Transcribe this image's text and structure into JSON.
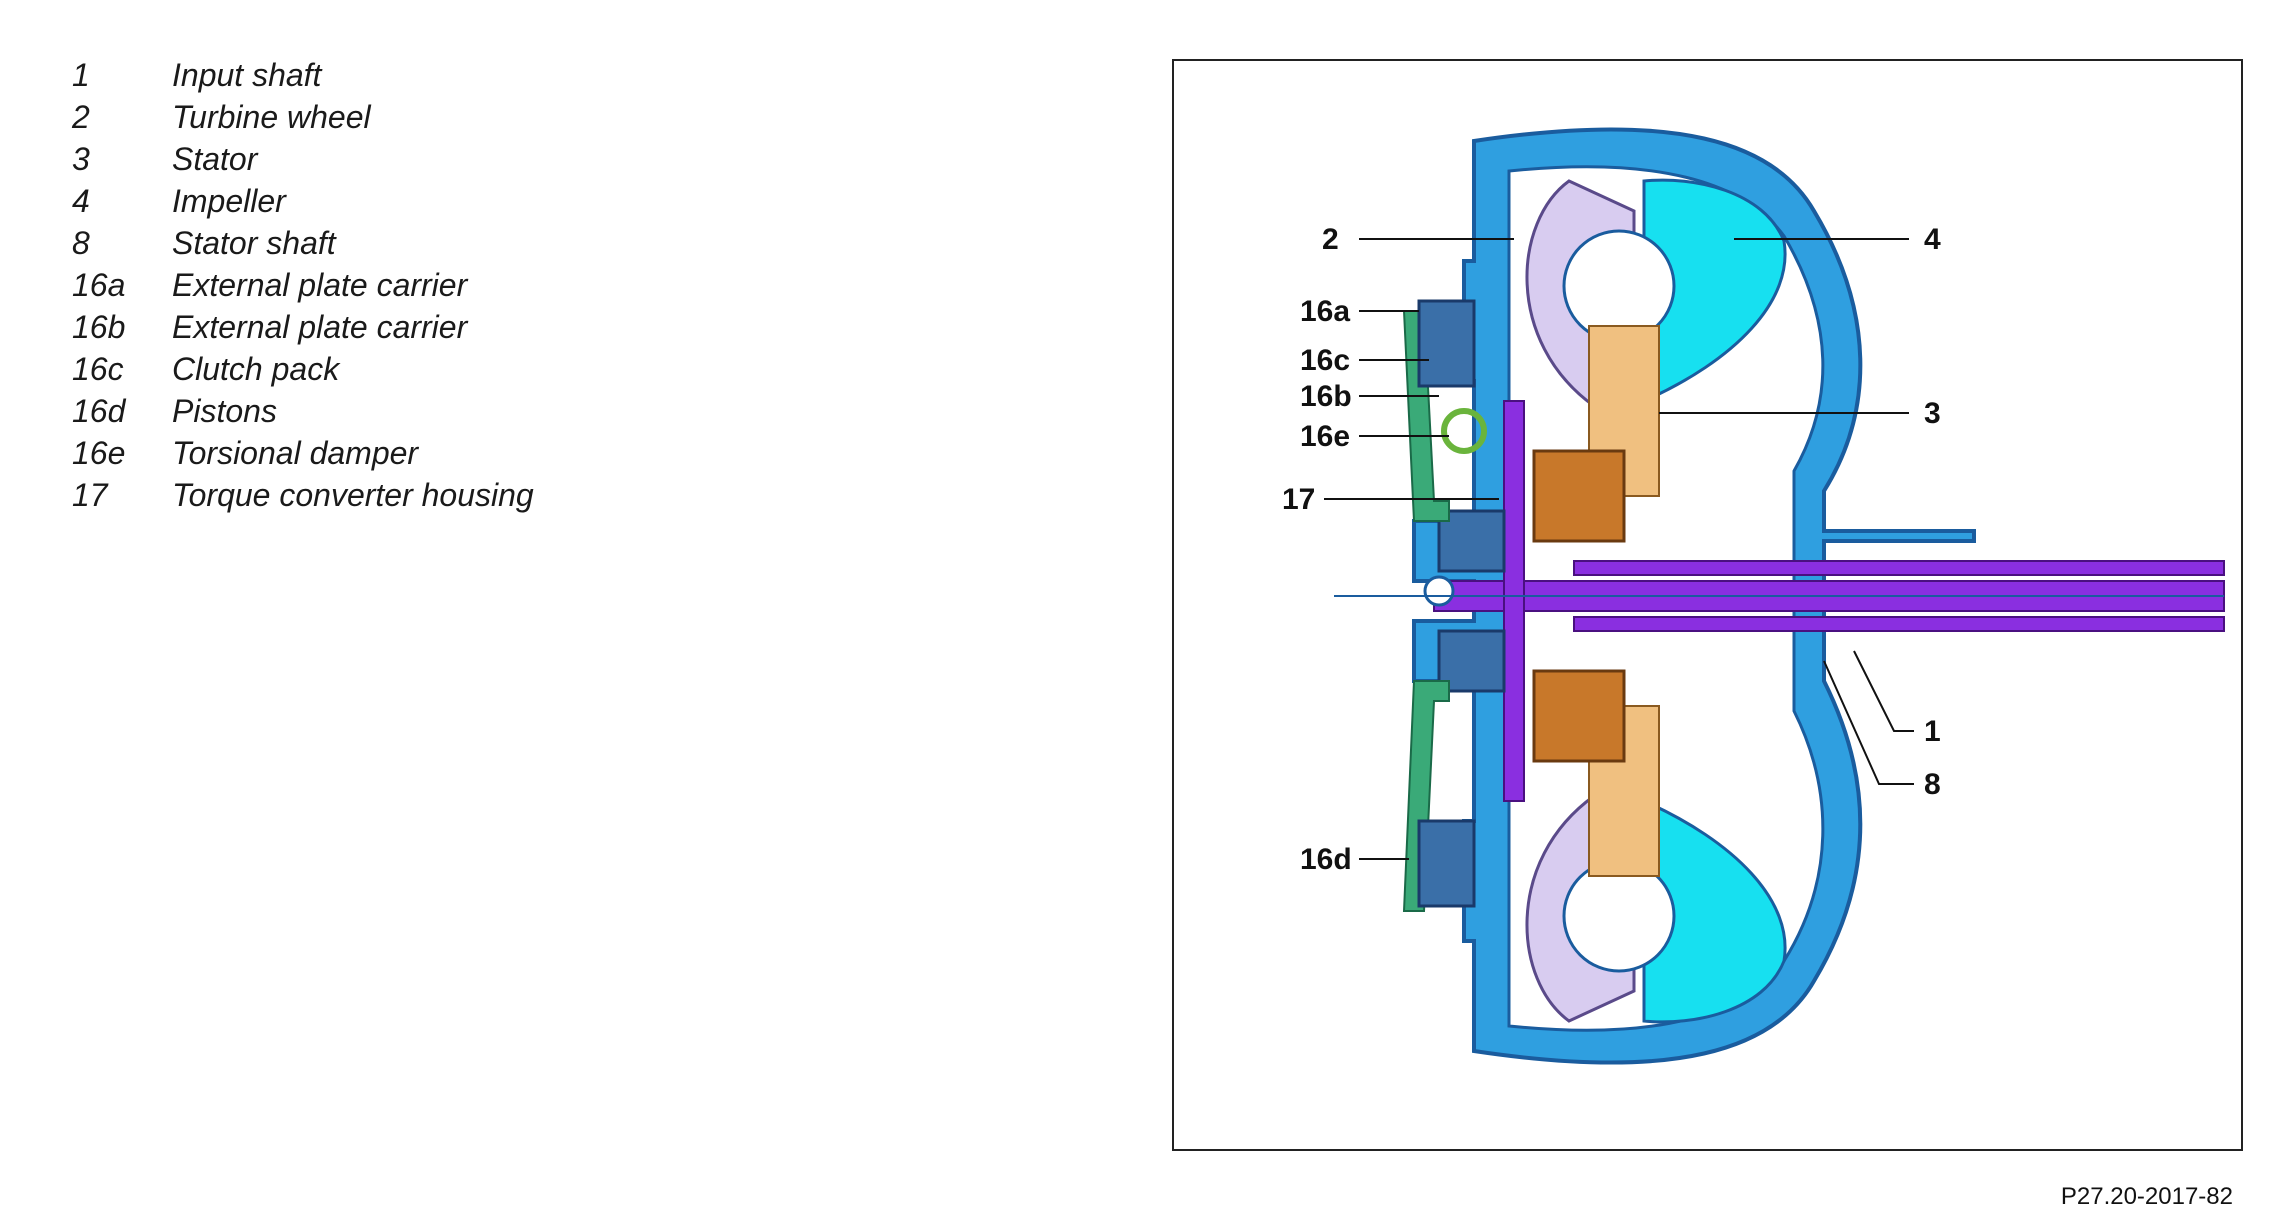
{
  "legend": [
    {
      "num": "1",
      "desc": "Input shaft"
    },
    {
      "num": "2",
      "desc": "Turbine wheel"
    },
    {
      "num": "3",
      "desc": "Stator"
    },
    {
      "num": "4",
      "desc": "Impeller"
    },
    {
      "num": "8",
      "desc": "Stator shaft"
    },
    {
      "num": "16a",
      "desc": "External plate carrier"
    },
    {
      "num": "16b",
      "desc": "External plate carrier"
    },
    {
      "num": "16c",
      "desc": "Clutch pack"
    },
    {
      "num": "16d",
      "desc": "Pistons"
    },
    {
      "num": "16e",
      "desc": "Torsional damper"
    },
    {
      "num": "17",
      "desc": "Torque converter housing"
    }
  ],
  "callouts": {
    "c2": "2",
    "c4": "4",
    "c16a": "16a",
    "c16c": "16c",
    "c16b": "16b",
    "c16e": "16e",
    "c3": "3",
    "c17": "17",
    "c1": "1",
    "c8": "8",
    "c16d": "16d"
  },
  "figure_ref": "P27.20-2017-82",
  "colors": {
    "housing": "#2f9fe0",
    "housing_outline": "#1a5c9e",
    "turbine": "#d8ccf0",
    "impeller": "#17e0f0",
    "stator": "#f0c080",
    "stator_hub": "#c8782a",
    "shaft": "#8a2fe0",
    "clutch": "#3a6fa8",
    "plate_carrier": "#3aaa78",
    "damper": "#6ab43c"
  }
}
